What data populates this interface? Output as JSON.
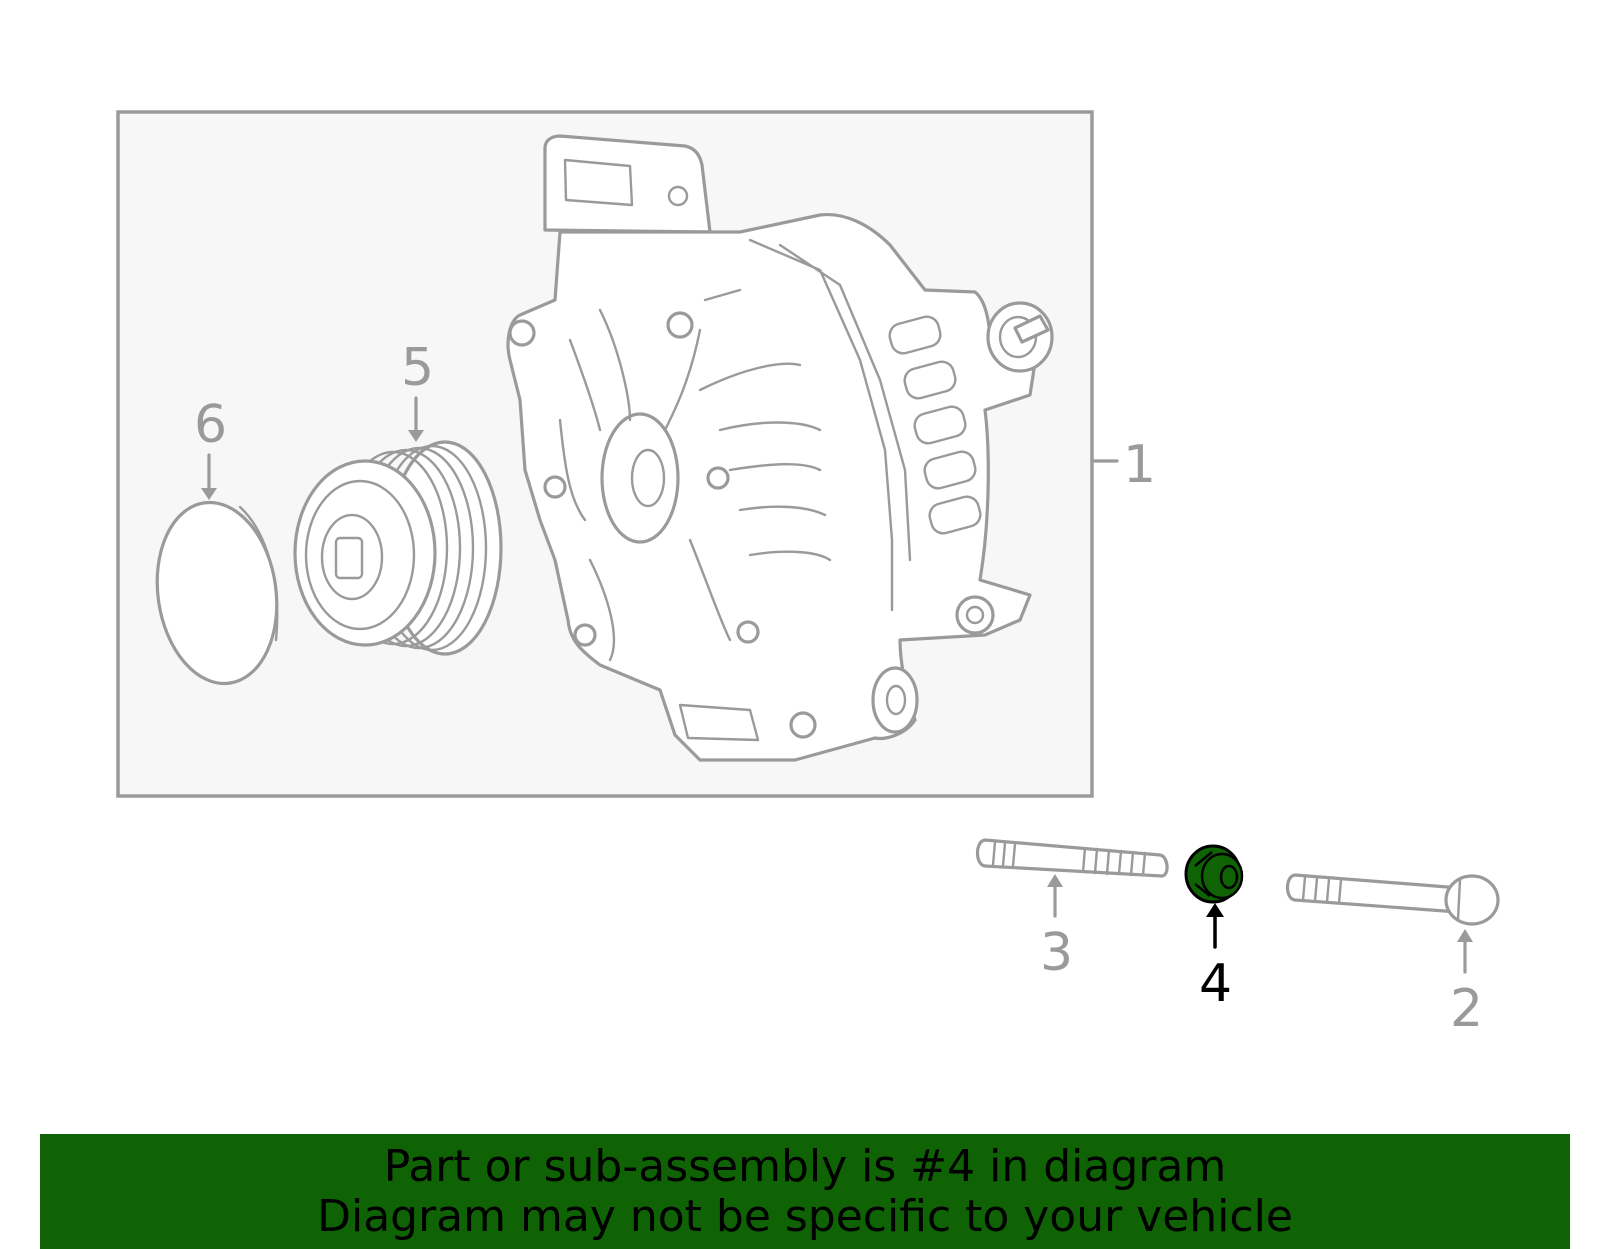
{
  "callouts": {
    "c1": "1",
    "c2": "2",
    "c3": "3",
    "c4": "4",
    "c5": "5",
    "c6": "6"
  },
  "highlighted_part": "4",
  "colors": {
    "highlight": "#0f6305",
    "line_art": "#9a9a9a",
    "panel_bg": "#f7f7f7"
  },
  "banner": {
    "line1": "Part or sub-assembly is #4 in diagram",
    "line2": "Diagram may not be specific to your vehicle"
  }
}
